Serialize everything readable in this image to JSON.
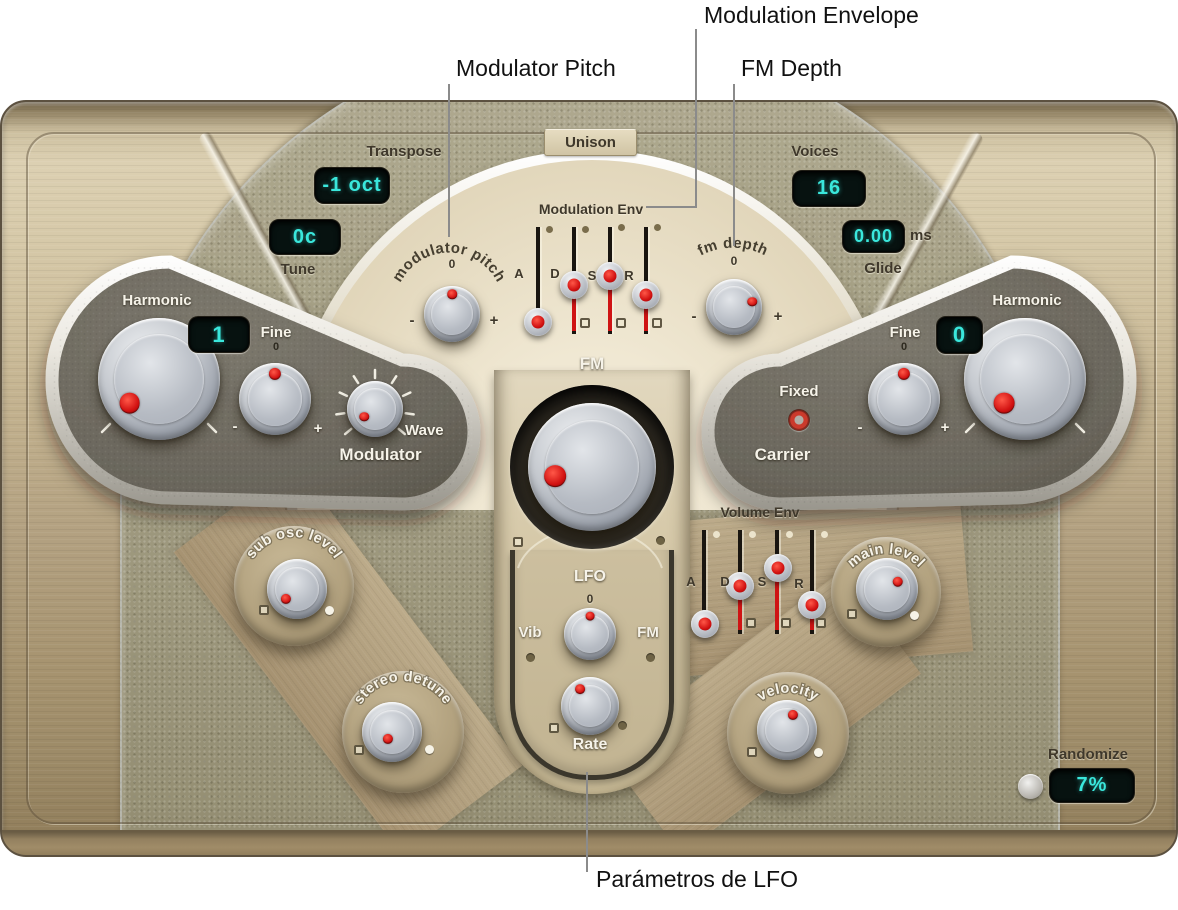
{
  "annotations": {
    "modulation_envelope": "Modulation Envelope",
    "modulator_pitch": "Modulator Pitch",
    "fm_depth": "FM Depth",
    "lfo_parameters": "Parámetros de LFO"
  },
  "top_bar": {
    "transpose_label": "Transpose",
    "transpose_value": "-1 oct",
    "tune_label": "Tune",
    "tune_value": "0c",
    "unison_label": "Unison",
    "voices_label": "Voices",
    "voices_value": "16",
    "glide_label": "Glide",
    "glide_value": "0.00",
    "glide_unit": "ms"
  },
  "modulation_env": {
    "title": "Modulation Env",
    "letters": [
      "A",
      "D",
      "S",
      "R"
    ]
  },
  "modulator_pitch_knob": {
    "label": "modulator pitch",
    "zero": "0",
    "minus": "-",
    "plus": "+"
  },
  "fm_depth_knob": {
    "label": "fm depth",
    "zero": "0",
    "minus": "-",
    "plus": "+"
  },
  "fm": {
    "label": "FM"
  },
  "modulator_pod": {
    "harmonic_label": "Harmonic",
    "harmonic_value": "1",
    "fine_label": "Fine",
    "fine_zero": "0",
    "minus": "-",
    "plus": "+",
    "wave_label": "Wave",
    "title": "Modulator"
  },
  "carrier_pod": {
    "harmonic_label": "Harmonic",
    "harmonic_value": "0",
    "fine_label": "Fine",
    "fine_zero": "0",
    "minus": "-",
    "plus": "+",
    "fixed_label": "Fixed",
    "title": "Carrier"
  },
  "lfo": {
    "title": "LFO",
    "zero": "0",
    "vib_label": "Vib",
    "fm_label": "FM",
    "rate_label": "Rate"
  },
  "volume_env": {
    "title": "Volume Env",
    "letters": [
      "A",
      "D",
      "S",
      "R"
    ]
  },
  "round_knobs": {
    "sub_osc": "sub osc level",
    "stereo_detune": "stereo detune",
    "velocity": "velocity",
    "main_level": "main level"
  },
  "randomize": {
    "label": "Randomize",
    "value": "7%"
  }
}
